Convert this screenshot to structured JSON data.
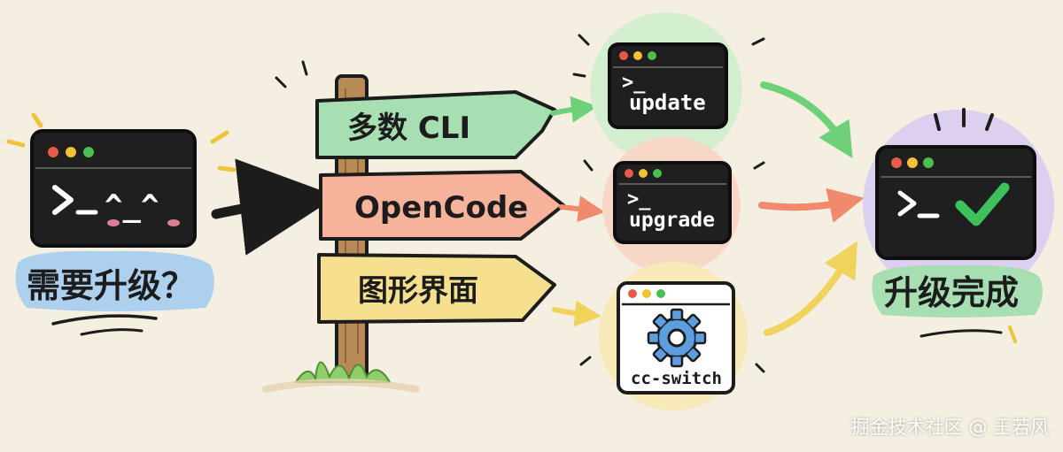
{
  "start": {
    "face": "^_^",
    "caption": "需要升级？"
  },
  "signpost": [
    {
      "label": "多数 CLI",
      "color": "#a8dfb2"
    },
    {
      "label": "OpenCode",
      "color": "#f6b29a"
    },
    {
      "label": "图形界面",
      "color": "#f6df8e"
    }
  ],
  "commands": [
    {
      "text": "update",
      "glow": "#d3efcf"
    },
    {
      "text": "upgrade",
      "glow": "#f7d7c6"
    },
    {
      "text": "cc-switch",
      "glow": "#f7eab8"
    }
  ],
  "end": {
    "caption": "升级完成",
    "glow": "#dccff0",
    "check_color": "#3ec15a"
  },
  "watermark": "掘金技术社区 @ 王若风",
  "colors": {
    "terminal": "#1f1f1f",
    "dot_red": "#e85b4a",
    "dot_yellow": "#f2c232",
    "dot_green": "#4cbf50",
    "wood": "#b88a56"
  }
}
